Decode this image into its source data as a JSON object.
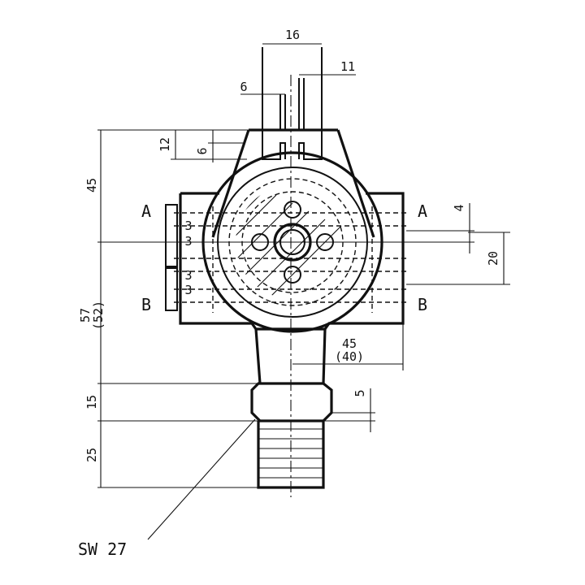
{
  "dimensions": {
    "top_width": "16",
    "top_right": "11",
    "top_small": "6",
    "left_12": "12",
    "left_6": "6",
    "height_45": "45",
    "right_4": "4",
    "right_20": "20",
    "height_57": "57",
    "height_57_alt": "(52)",
    "offset_45": "45",
    "offset_45_alt": "(40)",
    "height_15": "15",
    "height_25": "25",
    "right_5": "5",
    "port_3_a": "3",
    "port_3_b": "3",
    "port_3_c": "3",
    "port_3_d": "3"
  },
  "labels": {
    "port_a_left": "A",
    "port_a_right": "A",
    "port_b_left": "B",
    "port_b_right": "B",
    "wrench_size": "SW 27"
  }
}
